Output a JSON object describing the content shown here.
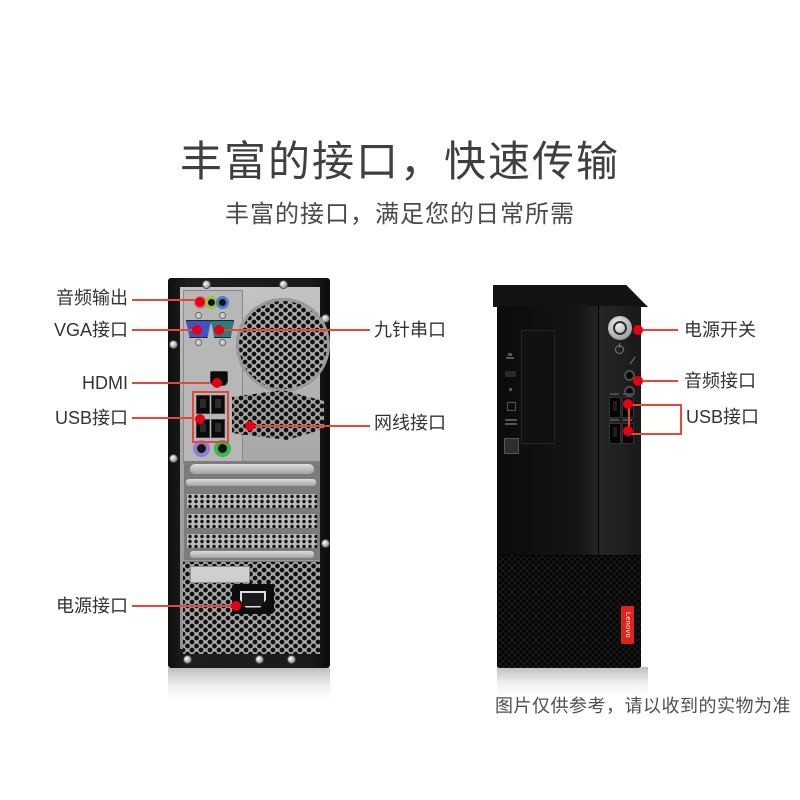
{
  "header": {
    "title": "丰富的接口，快速传输",
    "subtitle": "丰富的接口，满足您的日常所需"
  },
  "footer": {
    "disclaimer": "图片仅供参考，请以收到的实物为准"
  },
  "badge": {
    "brand": "Lenovo"
  },
  "colors": {
    "background": "#ffffff",
    "annotation_dot": "#e50012",
    "annotation_line": "#e8463c",
    "title_text": "#3f3f3f",
    "label_text": "#333333",
    "lenovo_red": "#e2231a"
  },
  "rear_annotations": {
    "audio_out": "音频输出",
    "vga": "VGA接口",
    "hdmi": "HDMI",
    "usb": "USB接口",
    "serial": "九针串口",
    "ethernet": "网线接口",
    "power": "电源接口"
  },
  "front_annotations": {
    "power_switch": "电源开关",
    "audio": "音频接口",
    "usb": "USB接口"
  }
}
